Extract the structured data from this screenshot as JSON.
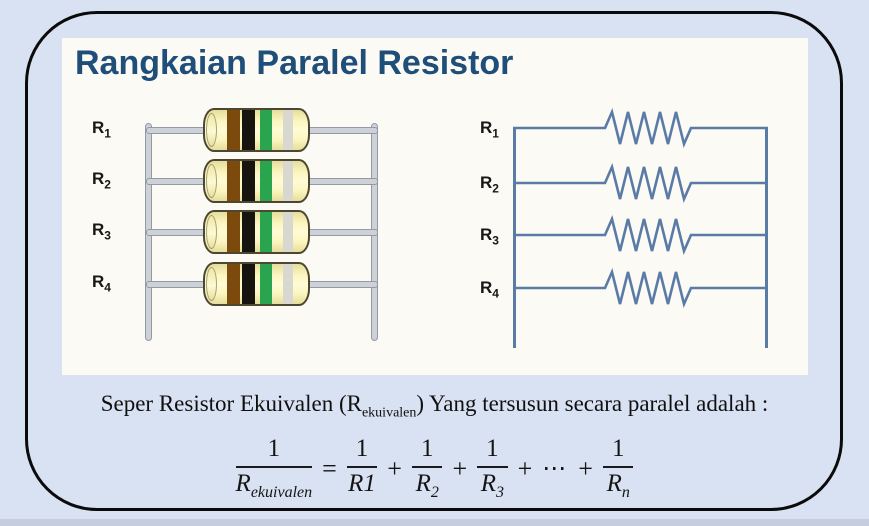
{
  "colors": {
    "outer-bg": "#d9e2f3",
    "panel-bg": "#fbfaf5",
    "border": "#0b0b0b",
    "title": "#1f4e79",
    "label-text": "#171717",
    "schematic-line": "#5a7ba6",
    "wire-fill": "#cdd2d9",
    "wire-edge": "#949aa3",
    "body-fill": "#fbf6c0",
    "body-shade": "#e6dd9b",
    "body-edge": "#4b4731",
    "band-brown": "#7d4a0e",
    "band-black": "#17140f",
    "band-green": "#2aa44e",
    "band-silver": "#d8d8d0",
    "caption-text": "#101010",
    "bottom-strip": "#c6cedd"
  },
  "title": {
    "text": "Rangkaian Paralel Resistor"
  },
  "pictorial": {
    "band_names": [
      "brown-band",
      "black-band",
      "green-band",
      "silver-band"
    ],
    "labels": [
      {
        "base": "R",
        "sub": "1"
      },
      {
        "base": "R",
        "sub": "2"
      },
      {
        "base": "R",
        "sub": "3"
      },
      {
        "base": "R",
        "sub": "4"
      }
    ]
  },
  "schematic": {
    "labels": [
      {
        "base": "R",
        "sub": "1"
      },
      {
        "base": "R",
        "sub": "2"
      },
      {
        "base": "R",
        "sub": "3"
      },
      {
        "base": "R",
        "sub": "4"
      }
    ]
  },
  "caption": {
    "prefix": "Seper Resistor Ekuivalen (R",
    "subscript": "ekuivalen",
    "suffix": ") Yang tersusun secara paralel adalah :"
  },
  "formula": {
    "lhs": {
      "num": "1",
      "den_base": "R",
      "den_sub": "ekuivalen"
    },
    "equals": "=",
    "plus": "+",
    "dots": "⋯",
    "terms": [
      {
        "num": "1",
        "den_base": "R1",
        "den_sub": ""
      },
      {
        "num": "1",
        "den_base": "R",
        "den_sub": "2"
      },
      {
        "num": "1",
        "den_base": "R",
        "den_sub": "3"
      },
      {
        "num": "1",
        "den_base": "R",
        "den_sub": "n"
      }
    ]
  }
}
